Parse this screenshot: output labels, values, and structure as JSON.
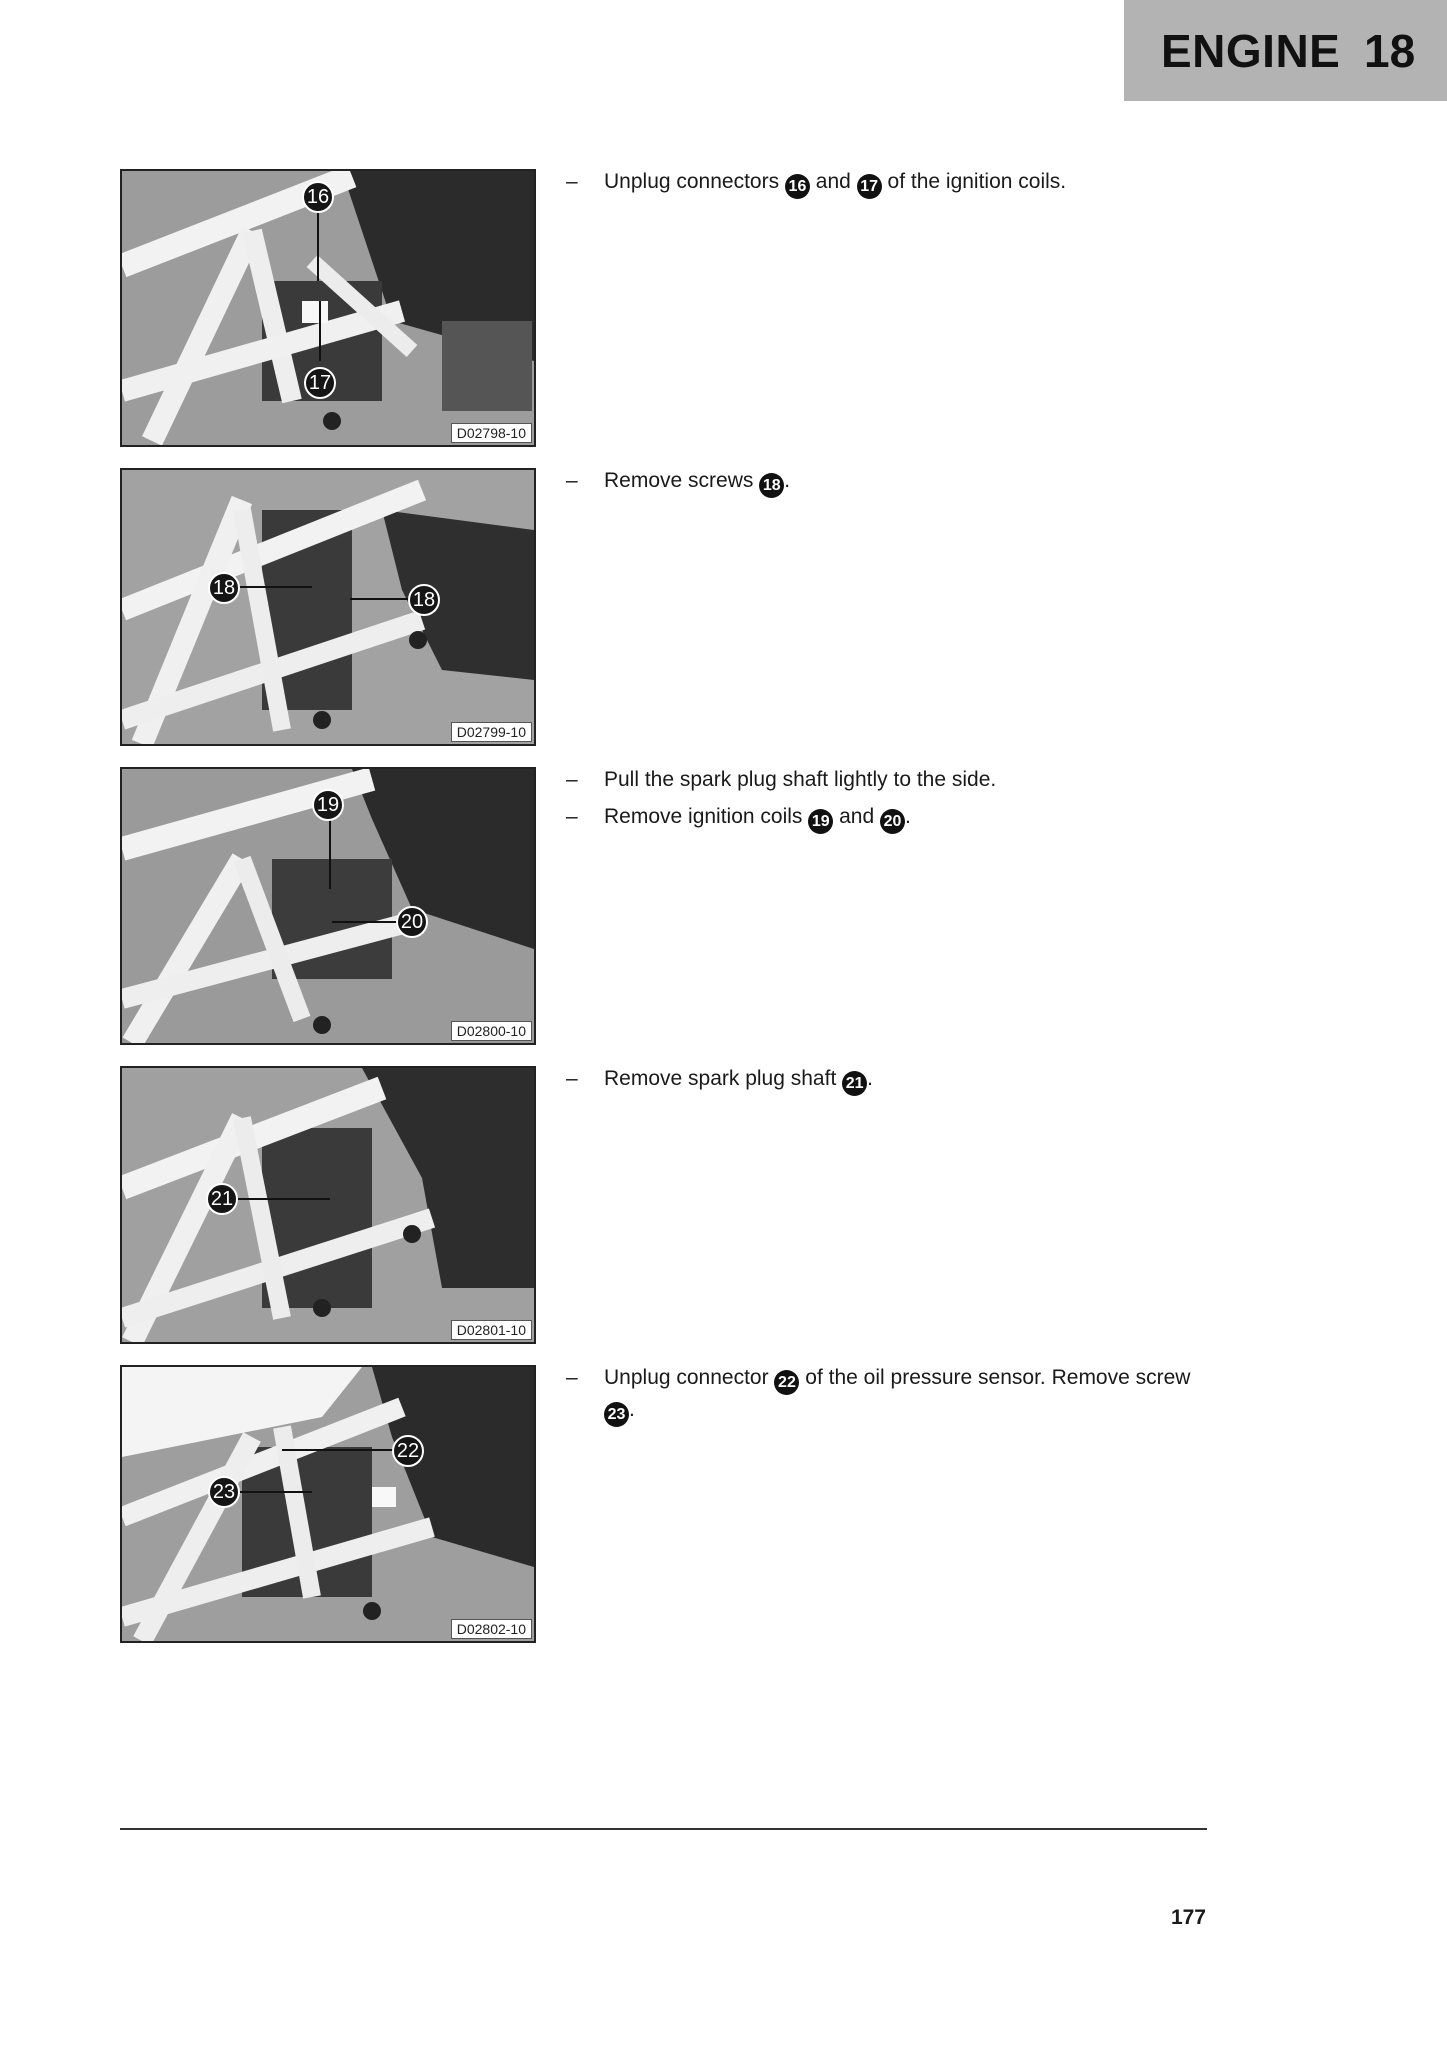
{
  "header": {
    "title": "ENGINE",
    "chapter": "18"
  },
  "steps": [
    {
      "image_code": "D02798-10",
      "callouts": [
        "16",
        "17"
      ],
      "lines": [
        {
          "pre": "Unplug connectors",
          "n1": "16",
          "mid": "and",
          "n2": "17",
          "post": "of the ignition coils."
        }
      ]
    },
    {
      "image_code": "D02799-10",
      "callouts": [
        "18",
        "18"
      ],
      "lines": [
        {
          "pre": "Remove screws",
          "n1": "18",
          "post": "."
        }
      ]
    },
    {
      "image_code": "D02800-10",
      "callouts": [
        "19",
        "20"
      ],
      "lines": [
        {
          "text": "Pull the spark plug shaft lightly to the side."
        },
        {
          "pre": "Remove ignition coils",
          "n1": "19",
          "mid": "and",
          "n2": "20",
          "post": "."
        }
      ]
    },
    {
      "image_code": "D02801-10",
      "callouts": [
        "21"
      ],
      "lines": [
        {
          "pre": "Remove spark plug shaft",
          "n1": "21",
          "post": "."
        }
      ]
    },
    {
      "image_code": "D02802-10",
      "callouts": [
        "22",
        "23"
      ],
      "lines": [
        {
          "pre": "Unplug connector",
          "n1": "22",
          "mid": "of the oil pressure sensor. Remove screw",
          "n2": "23",
          "post": "."
        }
      ]
    }
  ],
  "dash": "–",
  "page_number": "177"
}
